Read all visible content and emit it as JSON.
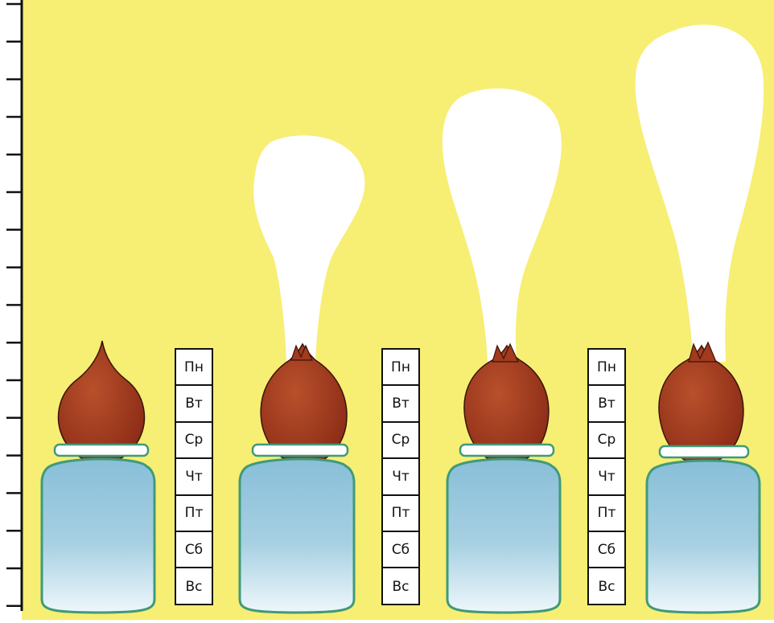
{
  "colors": {
    "background": "#f7ee74",
    "sprout": "#ffffff",
    "bulb": "#a23a1e",
    "water": "#92c7dc",
    "jar_outline": "#3f9a7a",
    "ruler": "#111111"
  },
  "ruler": {
    "tick_count": 17
  },
  "jars": [
    {
      "sprout": "none"
    },
    {
      "sprout": "small"
    },
    {
      "sprout": "medium"
    },
    {
      "sprout": "large"
    }
  ],
  "weekdays": [
    "Пн",
    "Вт",
    "Ср",
    "Чт",
    "Пт",
    "Сб",
    "Вс"
  ],
  "day_columns": 3
}
